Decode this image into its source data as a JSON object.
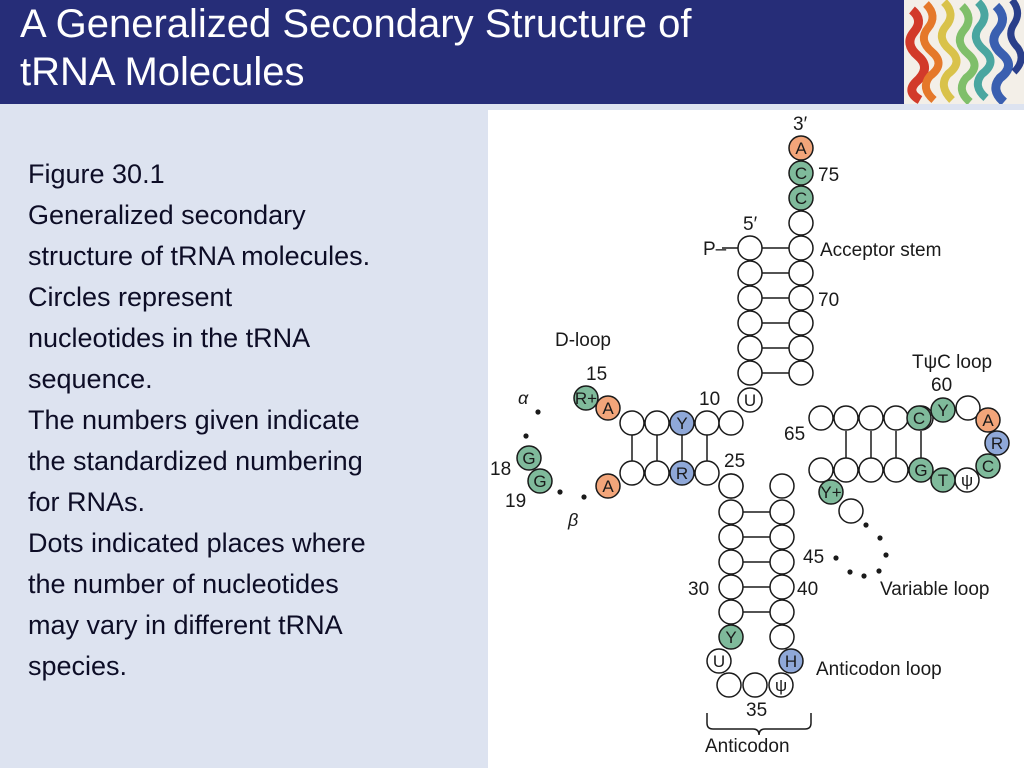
{
  "slide": {
    "title_line1": "A Generalized Secondary Structure of",
    "title_line2": "tRNA Molecules",
    "thumbnail_icon": "protein-helix-image"
  },
  "caption": {
    "lines": [
      "Figure 30.1",
      "Generalized secondary",
      "structure of tRNA molecules.",
      "Circles represent",
      "nucleotides in the tRNA",
      "sequence.",
      "The numbers given indicate",
      "the standardized numbering",
      "for RNAs.",
      "Dots indicated places where",
      "the number of nucleotides",
      "may vary in different tRNA",
      "species."
    ]
  },
  "diagram": {
    "labels": {
      "three_prime": "3′",
      "five_prime": "5′",
      "p_label": "P–",
      "acceptor_stem": "Acceptor stem",
      "d_loop": "D-loop",
      "t_loop": "TψC loop",
      "variable_loop": "Variable loop",
      "anticodon_loop": "Anticodon loop",
      "anticodon": "Anticodon",
      "alpha": "α",
      "beta": "β"
    },
    "numbers": {
      "n75": "75",
      "n70": "70",
      "n15": "15",
      "n10": "10",
      "n60": "60",
      "n65": "65",
      "n25": "25",
      "n18": "18",
      "n19": "19",
      "n45": "45",
      "n30": "30",
      "n40": "40",
      "n35": "35"
    },
    "nucleotides": {
      "acceptor_a": "A",
      "acceptor_c1": "C",
      "acceptor_c2": "C",
      "d_r": "R+",
      "d_a1": "A",
      "d_y": "Y",
      "d_r2": "R",
      "d_a2": "A",
      "d_g1": "G",
      "d_g2": "G",
      "n_u8": "U",
      "t_c": "C",
      "t_y": "Y",
      "t_a": "A",
      "t_r": "R",
      "t_c2": "C",
      "t_psi": "ψ",
      "t_t": "T",
      "t_g": "G",
      "v_y": "Y+",
      "ac_y": "Y",
      "ac_u": "U",
      "ac_h": "H",
      "ac_psi": "ψ"
    },
    "colors": {
      "green": "#7fba9b",
      "orange": "#f2a57a",
      "blue": "#8fa8d8",
      "outline": "#1a1a1a",
      "header": "#262d78",
      "background": "#dde3f0"
    }
  }
}
